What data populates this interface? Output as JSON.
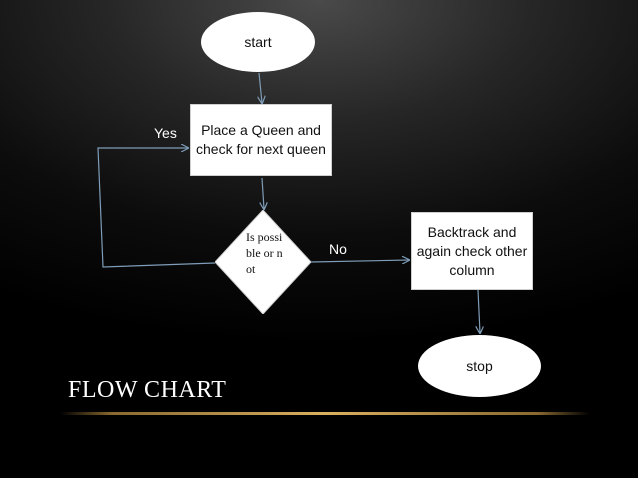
{
  "nodes": {
    "start": "start",
    "place_queen": "Place a Queen and check for next queen",
    "decision": "Is possi ble or not",
    "backtrack": "Backtrack and again check other column",
    "stop": "stop"
  },
  "edges": {
    "yes_label": "Yes",
    "no_label": "No"
  },
  "slide": {
    "title": "FLOW CHART"
  },
  "colors": {
    "background": "#000000",
    "node_fill": "#ffffff",
    "connector": "#7f9db8",
    "title_rule": "#d9b060"
  }
}
